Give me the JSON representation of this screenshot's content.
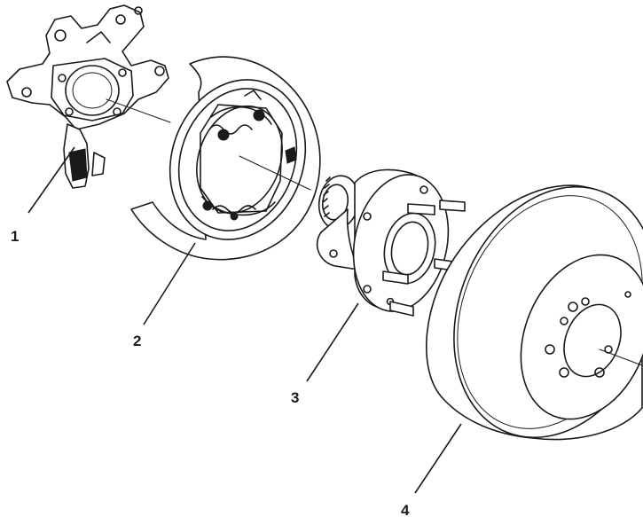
{
  "callouts": {
    "c1": "1",
    "c2": "2",
    "c3": "3",
    "c4": "4"
  },
  "colors": {
    "ink": "#1a1a1a",
    "paper": "#ffffff"
  }
}
